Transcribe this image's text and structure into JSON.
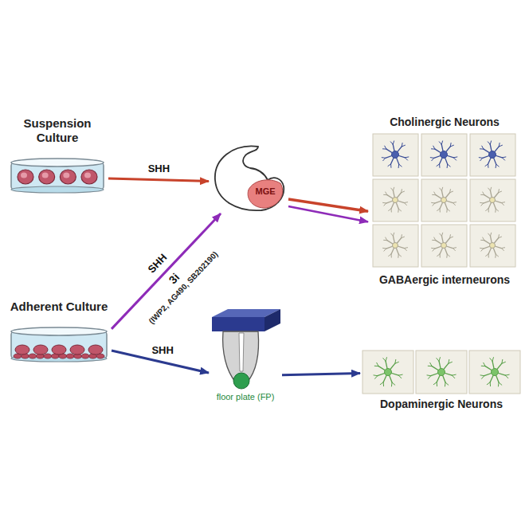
{
  "diagram": {
    "nodes": [
      {
        "text": [
          "Suspension Culture"
        ]
      },
      {
        "text": [
          "MGE"
        ]
      },
      {
        "text": [
          "Cholinergic Neurons",
          "GABAergic interneurons"
        ]
      },
      {
        "text": [
          "Adherent Culture"
        ]
      },
      {
        "text": [
          "floor plate (FP)"
        ]
      },
      {
        "text": [
          "Dopaminergic Neurons"
        ]
      }
    ],
    "edges": [
      {
        "from": 0,
        "to": 1,
        "label": "SHH",
        "arrow": "to"
      },
      {
        "from": 1,
        "to": 2,
        "arrow": "to"
      },
      {
        "from": 3,
        "to": 1,
        "label": "SHH",
        "arrow": "to"
      },
      {
        "from": 1,
        "to": 2,
        "arrow": "to"
      },
      {
        "from": 3,
        "to": 4,
        "label": "SHH",
        "arrow": "to"
      },
      {
        "from": 4,
        "to": 5,
        "arrow": "to"
      }
    ],
    "labels": [
      "3i",
      "(IWP2, AG490, SB202190)"
    ]
  }
}
